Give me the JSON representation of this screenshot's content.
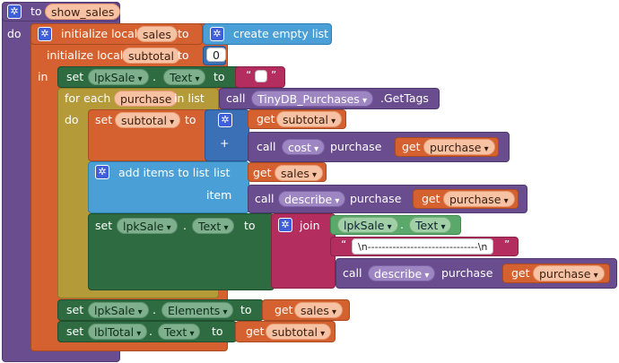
{
  "procedure": {
    "to_label": "to",
    "name": "show_sales",
    "do_label": "do"
  },
  "local1": {
    "label": "initialize local",
    "name": "sales",
    "to_label": "to",
    "value_label": "create empty list"
  },
  "local2": {
    "label": "initialize local",
    "name": "subtotal",
    "to_label": "to",
    "value": "0"
  },
  "in_label": "in",
  "set1": {
    "set_label": "set",
    "component": "lpkSale",
    "dot": ".",
    "property": "Text",
    "to_label": "to",
    "value_open": "“",
    "value_close": "”"
  },
  "foreach": {
    "label": "for each",
    "var": "purchase",
    "in_label": "in list",
    "call_label": "call",
    "db": "TinyDB_Purchases",
    "method": ".GetTags",
    "do_label": "do"
  },
  "setsub": {
    "set_label": "set",
    "var": "subtotal",
    "to_label": "to",
    "get1_label": "get",
    "get1_var": "subtotal",
    "plus": "+",
    "call_label": "call",
    "fn": "cost",
    "param": "purchase",
    "get2_label": "get",
    "get2_var": "purchase"
  },
  "additems": {
    "label": "add items to list",
    "list_label": "list",
    "get_label": "get",
    "get_var": "sales",
    "item_label": "item",
    "call_label": "call",
    "fn": "describe",
    "param": "purchase",
    "get2_label": "get",
    "get2_var": "purchase"
  },
  "setjoin": {
    "set_label": "set",
    "component": "lpkSale",
    "dot": ".",
    "property": "Text",
    "to_label": "to",
    "join_label": "join",
    "c2": "lpkSale",
    "dot2": ".",
    "p2": "Text",
    "str_open": "“",
    "str": "\\n-------------------------------\\n",
    "str_close": "”",
    "call_label": "call",
    "fn": "describe",
    "param": "purchase",
    "get_label": "get",
    "get_var": "purchase"
  },
  "set3": {
    "set_label": "set",
    "component": "lpkSale",
    "dot": ".",
    "property": "Elements",
    "to_label": "to",
    "get_label": "get",
    "get_var": "sales"
  },
  "set4": {
    "set_label": "set",
    "component": "lblTotal",
    "dot": ".",
    "property": "Text",
    "to_label": "to",
    "get_label": "get",
    "get_var": "subtotal"
  }
}
